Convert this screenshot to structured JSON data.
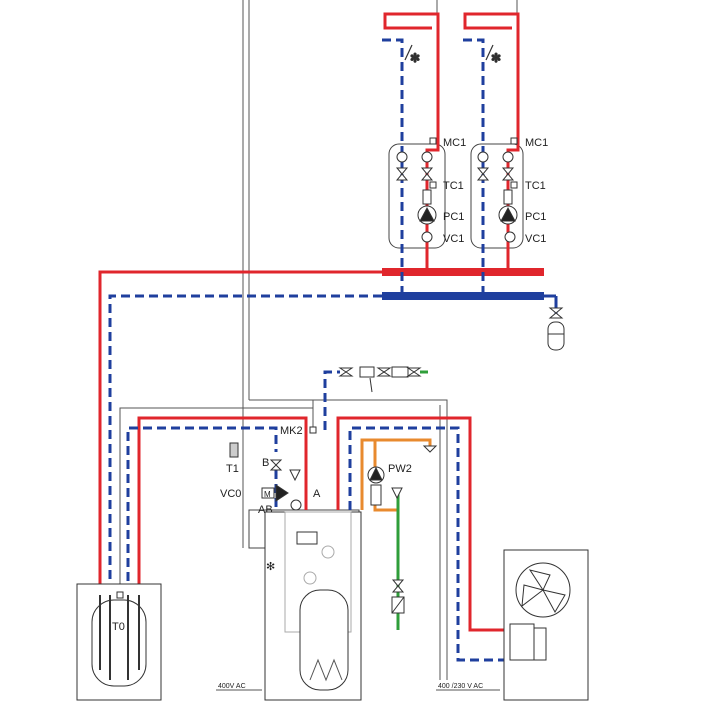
{
  "colors": {
    "supply": "#e0262c",
    "return": "#1f3f9e",
    "hot_water": "#e88a2e",
    "cold_water": "#2f9e3a",
    "control": "#666666",
    "outline": "#333333",
    "light": "#b8b8b8"
  },
  "labels": {
    "mc1_a": "MC1",
    "mc1_b": "MC1",
    "tc1_a": "TC1",
    "tc1_b": "TC1",
    "pc1_a": "PC1",
    "pc1_b": "PC1",
    "vc1_a": "VC1",
    "vc1_b": "VC1",
    "mk2": "MK2",
    "t1": "T1",
    "b": "B",
    "vc0": "VC0",
    "a": "A",
    "ab": "AB",
    "pw2": "PW2",
    "t0": "T0",
    "power_indoor": "400V AC",
    "power_outdoor": "400 /230 V AC"
  },
  "icons": {
    "pump": "pump-icon",
    "valve": "valve-icon",
    "fan": "fan-icon",
    "expansion_vessel": "expansion-vessel-icon",
    "sensor": "sensor-icon",
    "mixing_valve": "mixing-valve-icon"
  }
}
